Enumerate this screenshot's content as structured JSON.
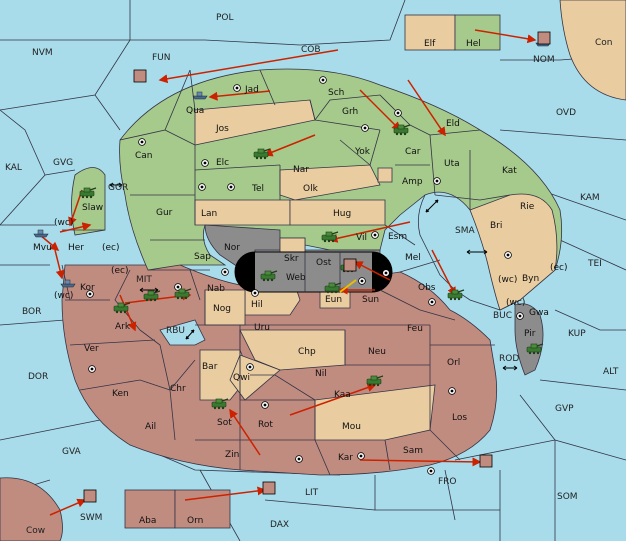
{
  "colors": {
    "sea": "#a8dcea",
    "green": "#a6c98c",
    "tan": "#e9cca0",
    "red": "#c18c80",
    "grey": "#8c8c8c",
    "order": "#cc2200",
    "army": "#3a7a30"
  },
  "sea_labels": [
    "POL",
    "NVM",
    "FUN",
    "COB",
    "NOM",
    "Con",
    "OVD",
    "KAL",
    "GVG",
    "GOR",
    "KAM",
    "SMA",
    "TEI",
    "MIT",
    "BOR",
    "RBU",
    "BUC",
    "KUP",
    "ROD",
    "DOR",
    "ALT",
    "GVP",
    "GVA",
    "FRO",
    "SOM",
    "LIT",
    "SWM",
    "DAX",
    "Cow"
  ],
  "land_labels": [
    "Elf",
    "Hel",
    "Jad",
    "Qua",
    "Sch",
    "Jos",
    "Grh",
    "Can",
    "Eld",
    "Car",
    "Elc",
    "Nar",
    "Yok",
    "Uta",
    "Kat",
    "Tel",
    "Olk",
    "Amp",
    "Gur",
    "Lan",
    "Hug",
    "Slaw",
    "Bri",
    "Rie",
    "Her",
    "Vil",
    "Esm",
    "Nor",
    "Skr",
    "Mvu",
    "Sap",
    "Ost",
    "Web",
    "Mel",
    "Byn",
    "Kor",
    "Nab",
    "Eun",
    "Sun",
    "Obs",
    "Gwa",
    "Hil",
    "Ark",
    "Nog",
    "Uru",
    "Feu",
    "Pir",
    "Chp",
    "Ver",
    "Bar",
    "Neu",
    "Orl",
    "Qwi",
    "Nil",
    "Ken",
    "Chr",
    "Kaa",
    "Ail",
    "Sot",
    "Rot",
    "Mou",
    "Los",
    "Zin",
    "Sam",
    "Kar",
    "Aba",
    "Orn"
  ],
  "coast_labels": [
    "(wc)",
    "(ec)",
    "(ec)",
    "(wc)",
    "(ec)",
    "(wc)",
    "(wc)"
  ]
}
